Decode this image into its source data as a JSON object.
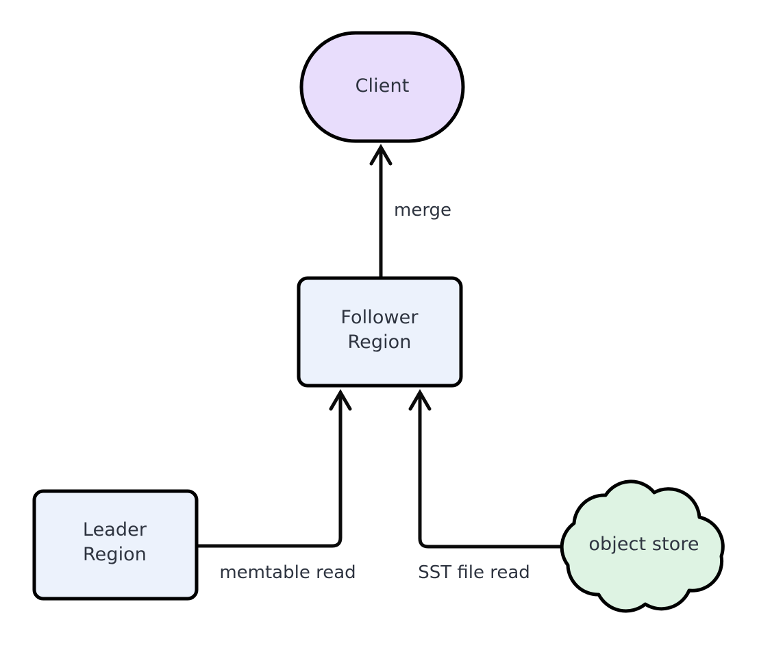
{
  "diagram": {
    "type": "flowchart",
    "direction": "bottom-to-top",
    "background_color": "#ffffff",
    "stroke_color": "#000000",
    "text_color": "#2e3440",
    "nodes": [
      {
        "id": "client",
        "label": "Client",
        "shape": "stadium",
        "fill_color": "#e8ddfc"
      },
      {
        "id": "follower",
        "label": "Follower\nRegion",
        "shape": "rounded-rectangle",
        "fill_color": "#ecf2fc"
      },
      {
        "id": "leader",
        "label": "Leader\nRegion",
        "shape": "rounded-rectangle",
        "fill_color": "#ecf2fc"
      },
      {
        "id": "object_store",
        "label": "object store",
        "shape": "cloud",
        "fill_color": "#def3e3"
      }
    ],
    "edges": [
      {
        "id": "follower-to-client",
        "from": "follower",
        "to": "client",
        "label": "merge",
        "arrow": "to"
      },
      {
        "id": "leader-to-follower",
        "from": "leader",
        "to": "follower",
        "label": "memtable read",
        "arrow": "to"
      },
      {
        "id": "objectstore-to-follower",
        "from": "object_store",
        "to": "follower",
        "label": "SST file read",
        "arrow": "to"
      }
    ]
  }
}
